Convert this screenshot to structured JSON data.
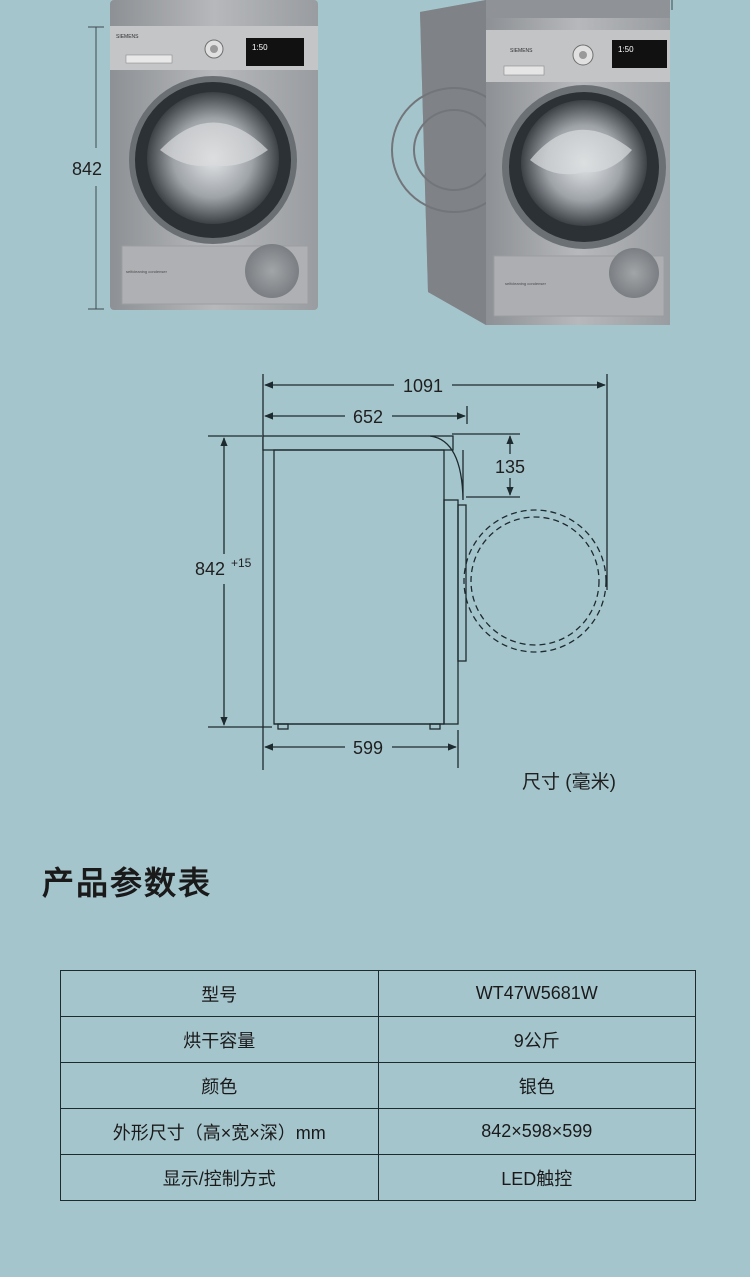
{
  "photo_front": {
    "brand": "SIEMENS",
    "display": "1:50",
    "panel_caption": "selfcleaning condenser"
  },
  "photo_angled": {
    "brand": "SIEMENS",
    "display": "1:50",
    "panel_caption": "selfcleaning condenser"
  },
  "photo_height_label": "842",
  "diagram": {
    "total_depth": "1091",
    "top_depth": "652",
    "top_step": "135",
    "height_main": "842",
    "height_sup": "+15",
    "base_depth": "599"
  },
  "caption": "尺寸 (毫米)",
  "section_title": "产品参数表",
  "spec_table": [
    {
      "label": "型号",
      "value": "WT47W5681W"
    },
    {
      "label": "烘干容量",
      "value": "9公斤"
    },
    {
      "label": "颜色",
      "value": "银色"
    },
    {
      "label": "外形尺寸（高×宽×深）mm",
      "value": "842×598×599"
    },
    {
      "label": "显示/控制方式",
      "value": "LED触控"
    }
  ],
  "colors": {
    "background": "#a5c5cd",
    "dryer_body": "#a8aaad",
    "line": "#1d2a2e"
  }
}
